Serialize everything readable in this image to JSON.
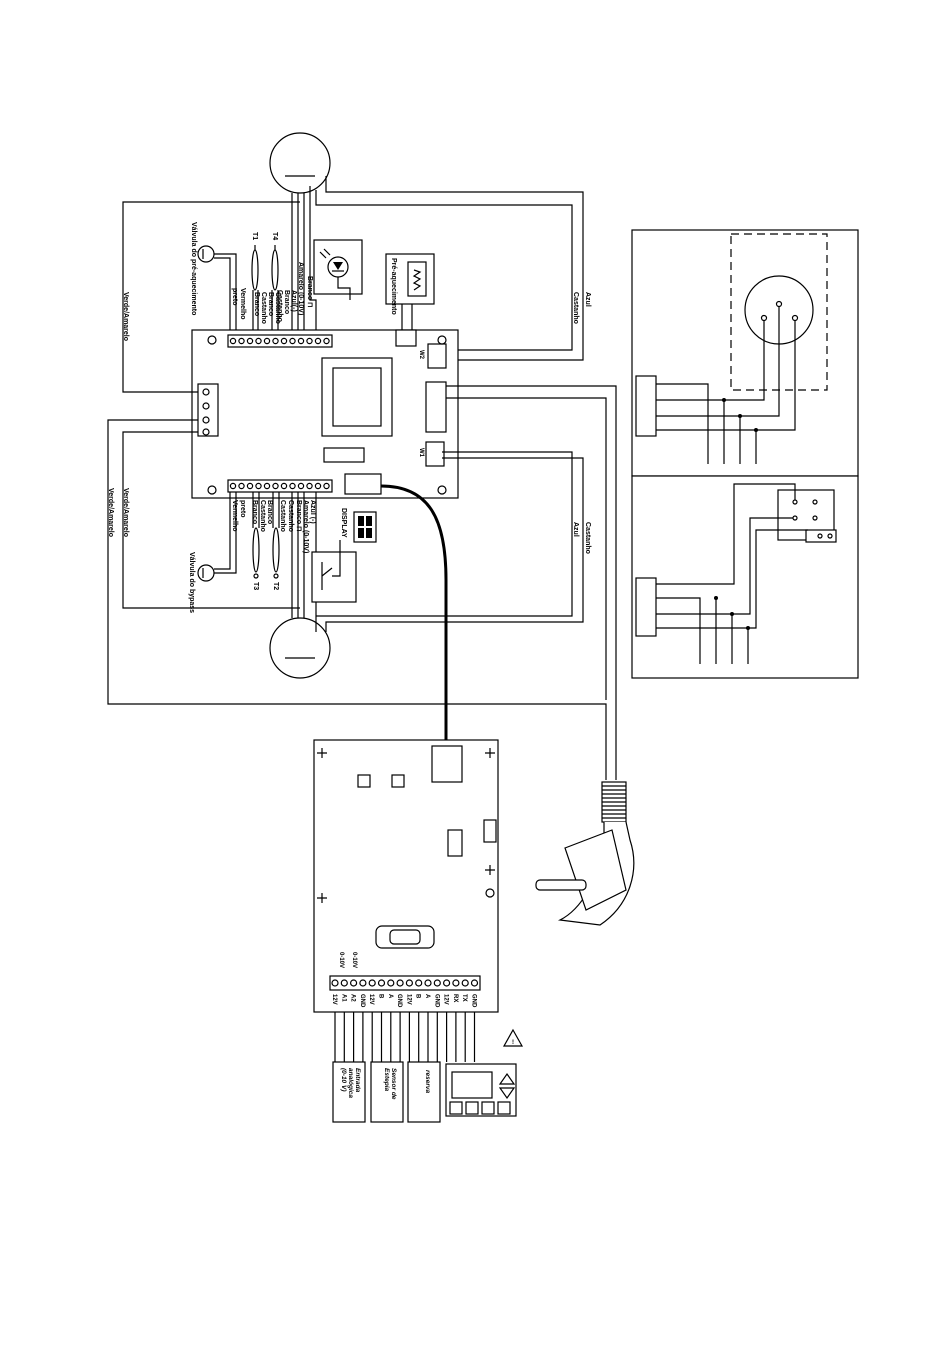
{
  "top_labels": {
    "valve_preheat": "Válvula do pré-aquecimento",
    "t1": "T1",
    "t4": "T4",
    "wires_left_top": [
      "Vermelho",
      "preto",
      "Branco",
      "Castanho",
      "Branco",
      "Castanho"
    ],
    "wires_fan_top": [
      "Amarelo (0-10V)",
      "Azul(-)",
      "Branco",
      "Castanho"
    ],
    "branco_pulse_top": "Branco  ⊓",
    "preheat": "Pré-aquecimento",
    "azul_top": "Azul",
    "castanho_top": "Castanho",
    "verde_amarelo_1": "Verde/Amarelo"
  },
  "bottom_labels": {
    "valve_bypass": "Válvula do bypass",
    "t3": "T3",
    "t2": "T2",
    "wires_left_bottom": [
      "Vermelho",
      "preto",
      "Branco",
      "Castanho",
      "Branco",
      "Castanho"
    ],
    "wires_fan_bottom": [
      "Azul (-)",
      "Amarelo (0-10V)",
      "Branco ⊓",
      "Castanho"
    ],
    "display": "DISPLAY",
    "azul_bottom": "Azul",
    "castanho_bottom": "Castanho",
    "verde_amarelo_2": "Verde/Amarelo",
    "verde_amarelo_3": "Verde/Amarelo"
  },
  "terminal_labels": {
    "v_top": "W2",
    "v_bottom": "W1"
  },
  "lower_board": {
    "terminals": [
      "12V",
      "A1",
      "A2",
      "GND",
      "12V",
      "B",
      "A",
      "GND",
      "12V",
      "B",
      "A",
      "GND",
      "12V",
      "RX",
      "TX",
      "GND"
    ],
    "voltage_labels": [
      "0-10V",
      "0-10V"
    ],
    "box_analog": [
      "Entrada",
      "analógica",
      "(0-10 V)"
    ],
    "box_standby": [
      "Sensor de",
      "Estepia"
    ],
    "box_reserve": "reserva"
  }
}
